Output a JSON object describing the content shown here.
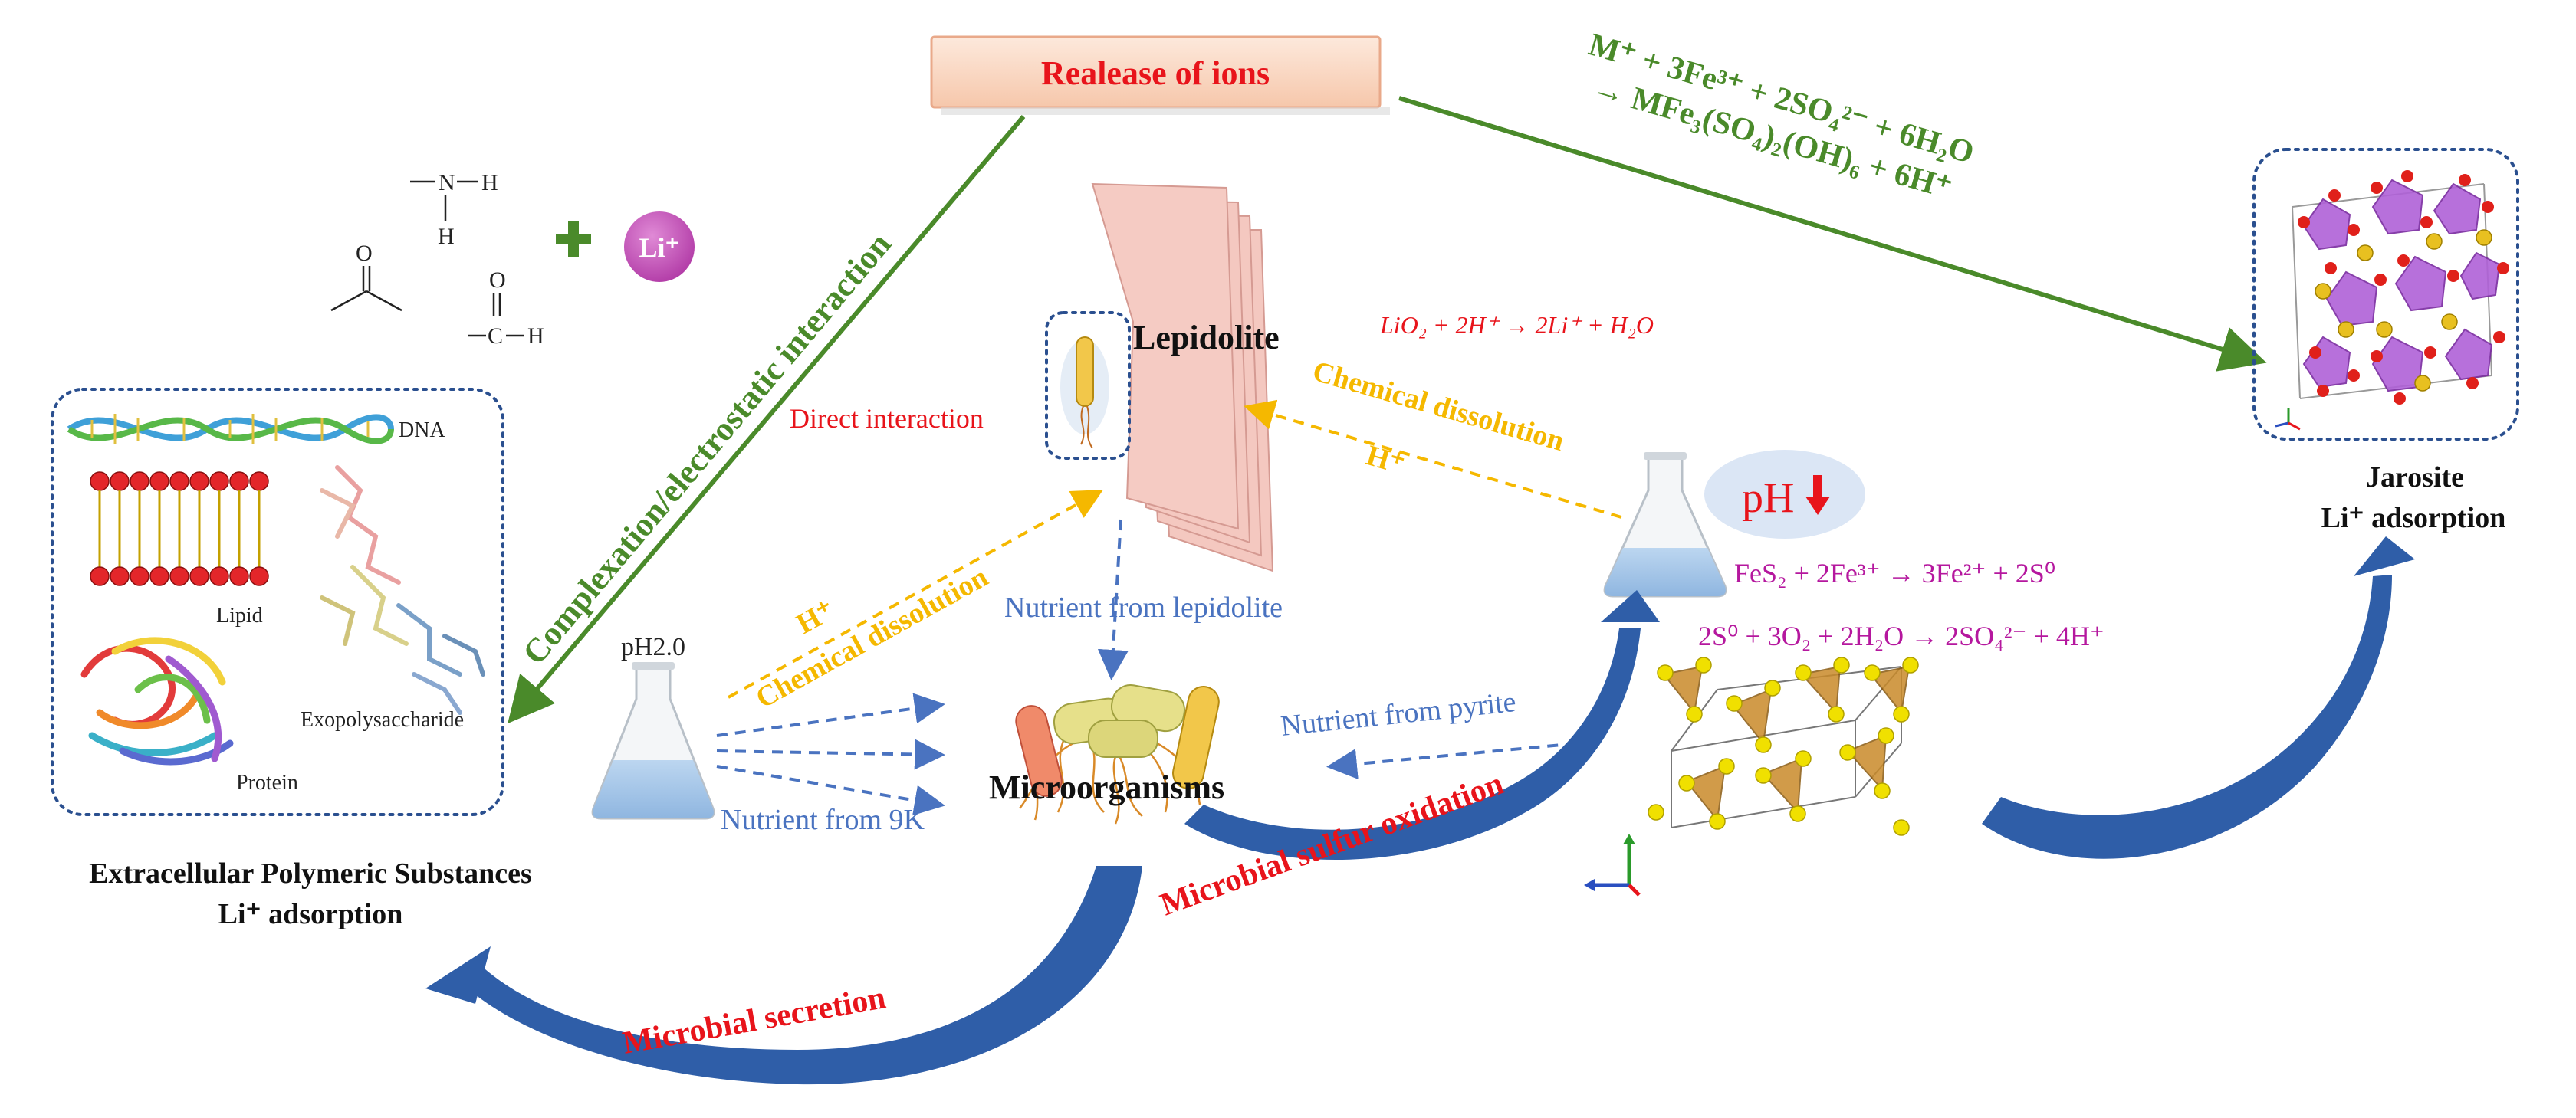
{
  "ions_box": {
    "label": "Realease of ions"
  },
  "jarosite_equation": {
    "line1": "M⁺ + 3Fe³⁺ + 2SO₄²⁻ + 6H₂O",
    "line2": "→ MFe₃(SO₄)₂(OH)₆ + 6H⁺"
  },
  "ligands": {
    "amine_n": "N",
    "amine_h1": "H",
    "amine_h2": "H",
    "ketone_o": "O",
    "aldehyde_o": "O",
    "aldehyde_c": "C",
    "aldehyde_h": "H",
    "plus": "+",
    "li": "Li⁺"
  },
  "complexation_label": "Complexation/electrostatic interaction",
  "lepidolite": {
    "title": "Lepidolite",
    "direct_interaction": "Direct interaction",
    "dissolution_equation": "LiO₂ + 2H⁺ → 2Li⁺ + H₂O",
    "nutrient": "Nutrient from lepidolite"
  },
  "chemical_dissolution_right": {
    "label": "Chemical dissolution",
    "hplus": "H⁺"
  },
  "chemical_dissolution_left": {
    "label": "Chemical dissolution",
    "hplus": "H⁺"
  },
  "ph_bubble": {
    "label": "pH"
  },
  "pyrite_equations": {
    "line1": "FeS₂ + 2Fe³⁺ → 3Fe²⁺ + 2S⁰",
    "line2": "2S⁰ + 3O₂ + 2H₂O → 2SO₄²⁻ + 4H⁺"
  },
  "eps": {
    "dna": "DNA",
    "lipid": "Lipid",
    "exopolysaccharide": "Exopolysaccharide",
    "protein": "Protein",
    "caption_line1": "Extracellular Polymeric Substances",
    "caption_line2": "Li⁺ adsorption"
  },
  "flask_ph": "pH2.0",
  "nutrient_9k": "Nutrient from 9K",
  "nutrient_pyrite": "Nutrient from pyrite",
  "microorganisms": "Microorganisms",
  "microbial_secretion": "Microbial secretion",
  "microbial_sulfur_oxidation": "Microbial sulfur oxidation",
  "jarosite": {
    "line1": "Jarosite",
    "line2": "Li⁺ adsorption"
  },
  "colors": {
    "green": "#4a8a2a",
    "red": "#e8141b",
    "orange": "#f5b800",
    "blue": "#4a73c0",
    "magenta": "#b5179e",
    "big_arrow": "#2f5ea8",
    "dotted_box": "#2a4f8f",
    "lepidolite_fill": "#f4c8c0"
  }
}
